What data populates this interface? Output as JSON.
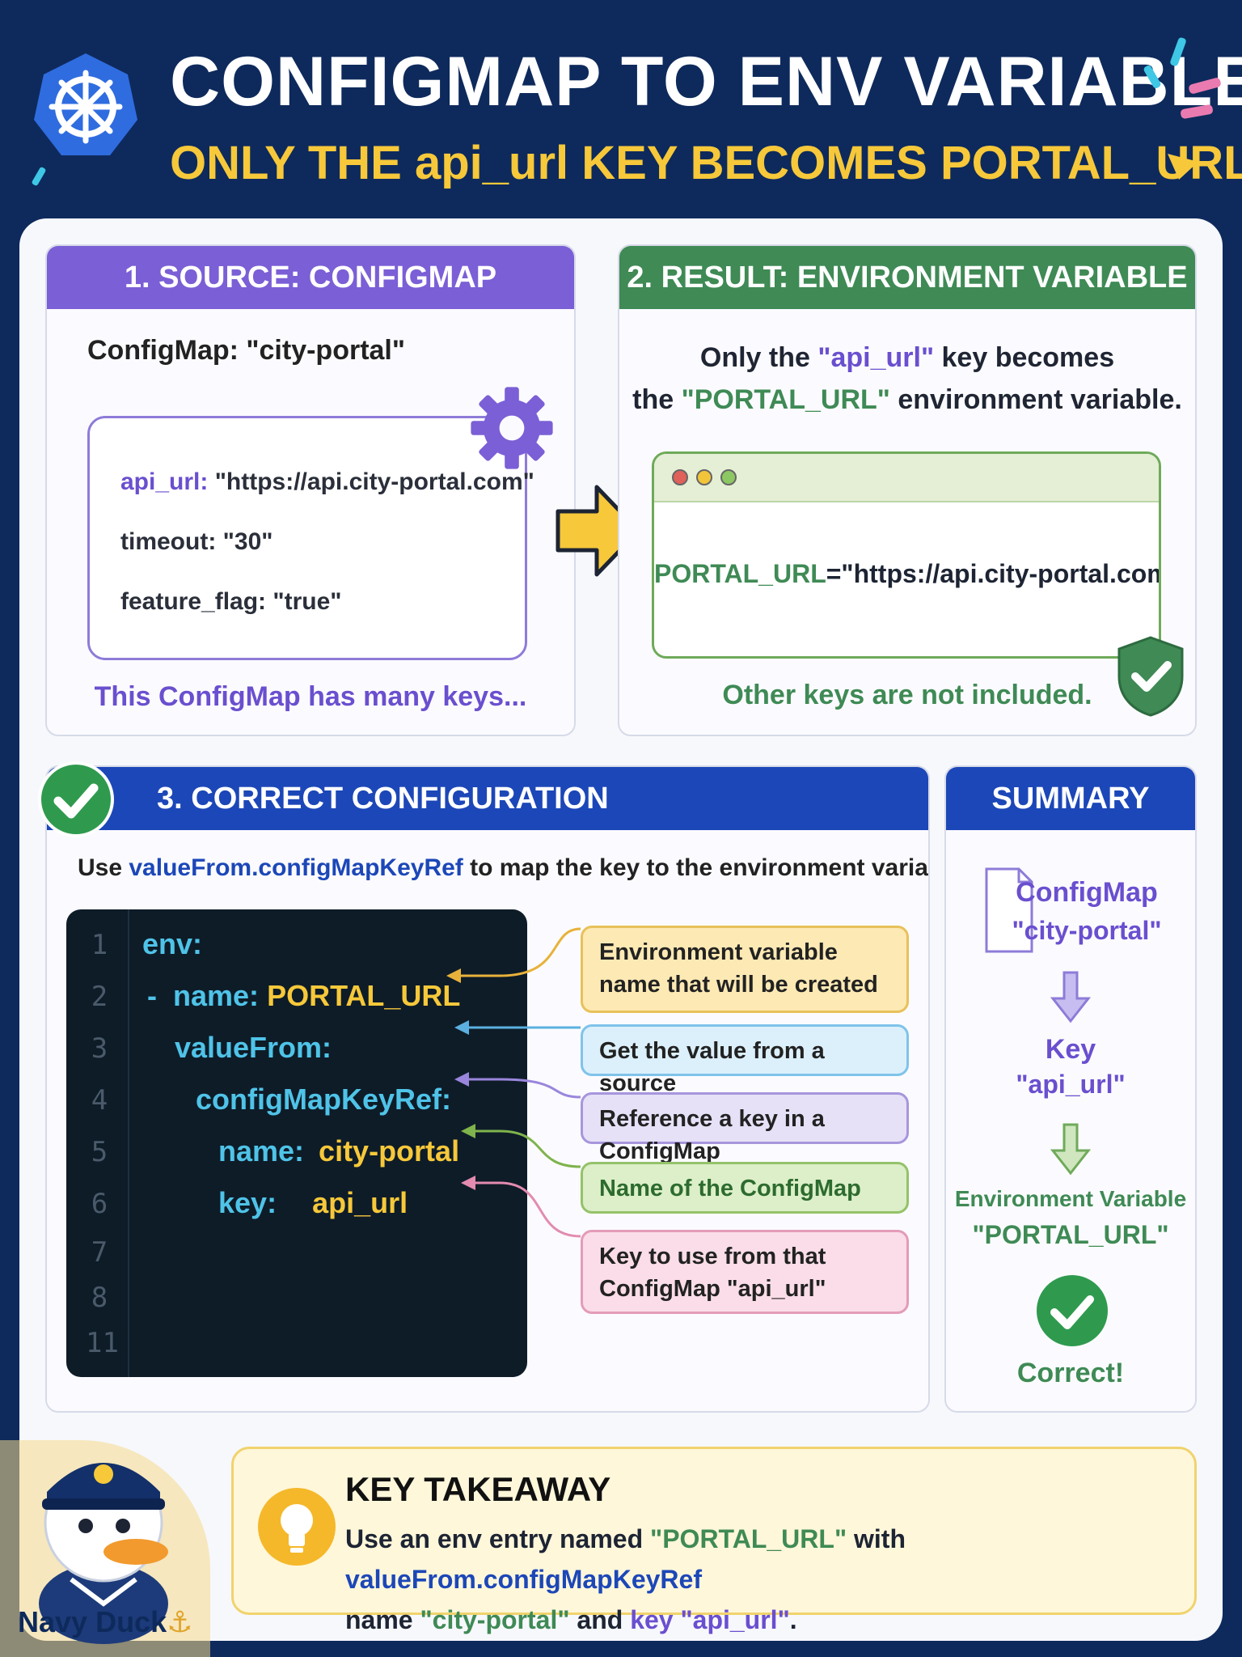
{
  "header": {
    "title": "CONFIGMAP TO ENV VARIABLE",
    "subtitle": "ONLY THE api_url KEY BECOMES PORTAL_URL",
    "logo_icon": "kubernetes-helm-icon"
  },
  "source": {
    "heading": "1. SOURCE: CONFIGMAP",
    "configmap_label": "ConfigMap: \"city-portal\"",
    "entries": [
      {
        "key": "api_url:",
        "value": " \"https://api.city-portal.com\""
      },
      {
        "key": "timeout:",
        "value": " \"30\""
      },
      {
        "key": "feature_flag:",
        "value": " \"true\""
      }
    ],
    "note": "This ConfigMap has many keys..."
  },
  "result": {
    "heading": "2. RESULT: ENVIRONMENT VARIABLE",
    "desc_1a": "Only the ",
    "desc_1b": "\"api_url\"",
    "desc_1c": " key becomes",
    "desc_2a": "the ",
    "desc_2b": "\"PORTAL_URL\"",
    "desc_2c": " environment variable.",
    "env_name": "PORTAL_URL",
    "env_value": "=\"https://api.city-portal.com\"",
    "note": "Other keys are not included."
  },
  "config": {
    "heading": "3. CORRECT CONFIGURATION",
    "use_a": "Use ",
    "use_b": "valueFrom.configMapKeyRef",
    "use_c": " to map the key to the environment variable.",
    "line_numbers": [
      "1",
      "2",
      "3",
      "4",
      "5",
      "6",
      "7",
      "8",
      "11"
    ],
    "code": {
      "l1": "env:",
      "l2_dash": "-",
      "l2_key": "name:",
      "l2_val": "PORTAL_URL",
      "l3": "valueFrom:",
      "l4": "configMapKeyRef:",
      "l5_key": "name:",
      "l5_val": "city-portal",
      "l6_key": "key:",
      "l6_val": "api_url"
    },
    "callouts": [
      "Environment variable name that will be created",
      "Get the value from a source",
      "Reference a key in a ConfigMap",
      "Name of the ConfigMap",
      "Key to use from that ConfigMap \"api_url\""
    ]
  },
  "summary": {
    "heading": "SUMMARY",
    "cm_1": "ConfigMap",
    "cm_2": "\"city-portal\"",
    "key_1": "Key",
    "key_2": "\"api_url\"",
    "env_1": "Environment Variable",
    "env_2": "\"PORTAL_URL\"",
    "correct": "Correct!"
  },
  "takeaway": {
    "title": "KEY TAKEAWAY",
    "t1": "Use an env entry named ",
    "t2": "\"PORTAL_URL\"",
    "t3": " with ",
    "t4": "valueFrom.configMapKeyRef",
    "t5": "name ",
    "t6": "\"city-portal\"",
    "t7": " and ",
    "t8": "key",
    "t9": " ",
    "t10": "\"api_url\"",
    "t11": "."
  },
  "mascot": {
    "label": "Navy Duck",
    "anchor": "⚓"
  },
  "colors": {
    "navy": "#0e2a5c",
    "yellow": "#f6c83a",
    "purple": "#7b5fd6",
    "green": "#3f8a55",
    "blue": "#1c47b8"
  }
}
